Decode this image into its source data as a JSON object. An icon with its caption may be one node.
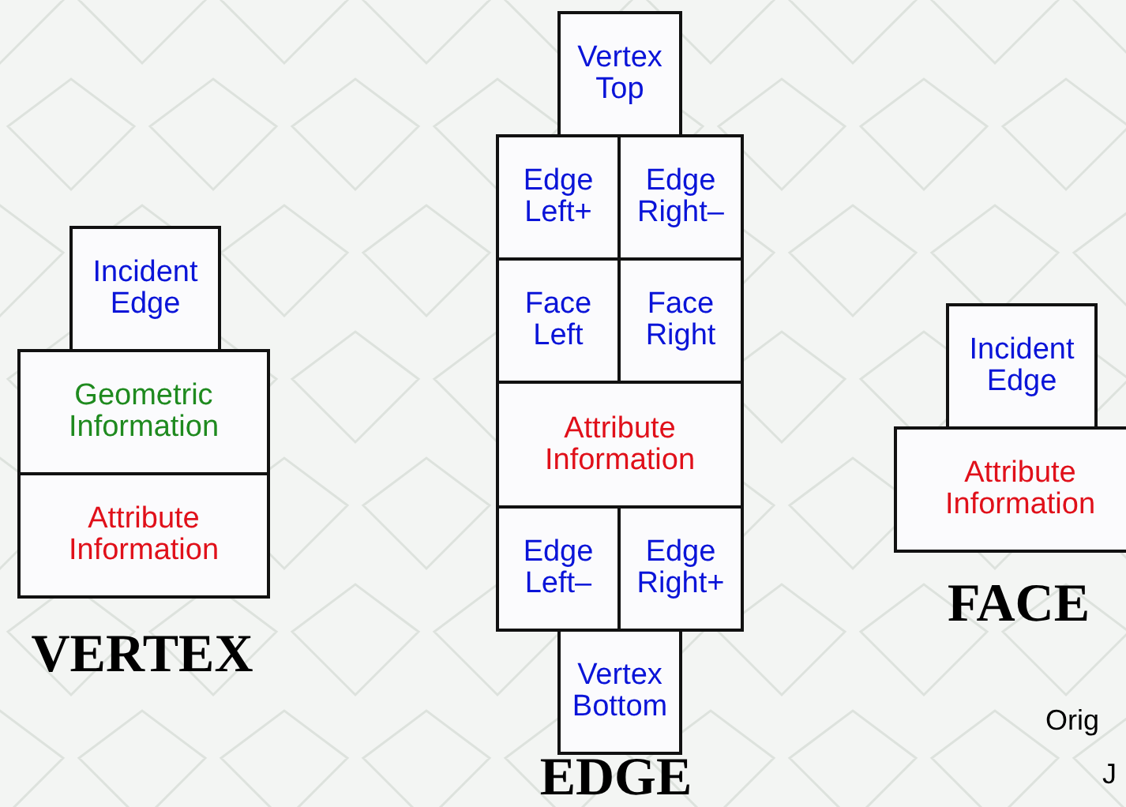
{
  "diagram": {
    "nodes": [
      {
        "text": [
          "Incident Edge"
        ]
      },
      {
        "text": [
          "Geometric Information"
        ]
      },
      {
        "text": [
          "Attribute Information"
        ]
      },
      {
        "text": [
          "Vertex Top"
        ]
      },
      {
        "text": [
          "Edge Left+"
        ]
      },
      {
        "text": [
          "Edge Right–"
        ]
      },
      {
        "text": [
          "Face Left"
        ]
      },
      {
        "text": [
          "Face Right"
        ]
      },
      {
        "text": [
          "Attribute Information"
        ]
      },
      {
        "text": [
          "Edge Left–"
        ]
      },
      {
        "text": [
          "Edge Right+"
        ]
      },
      {
        "text": [
          "Vertex Bottom"
        ]
      },
      {
        "text": [
          "Incident Edge"
        ]
      },
      {
        "text": [
          "Attribute Information"
        ]
      }
    ],
    "labels": [
      "VERTEX",
      "EDGE",
      "FACE",
      "Orig",
      "J"
    ]
  }
}
